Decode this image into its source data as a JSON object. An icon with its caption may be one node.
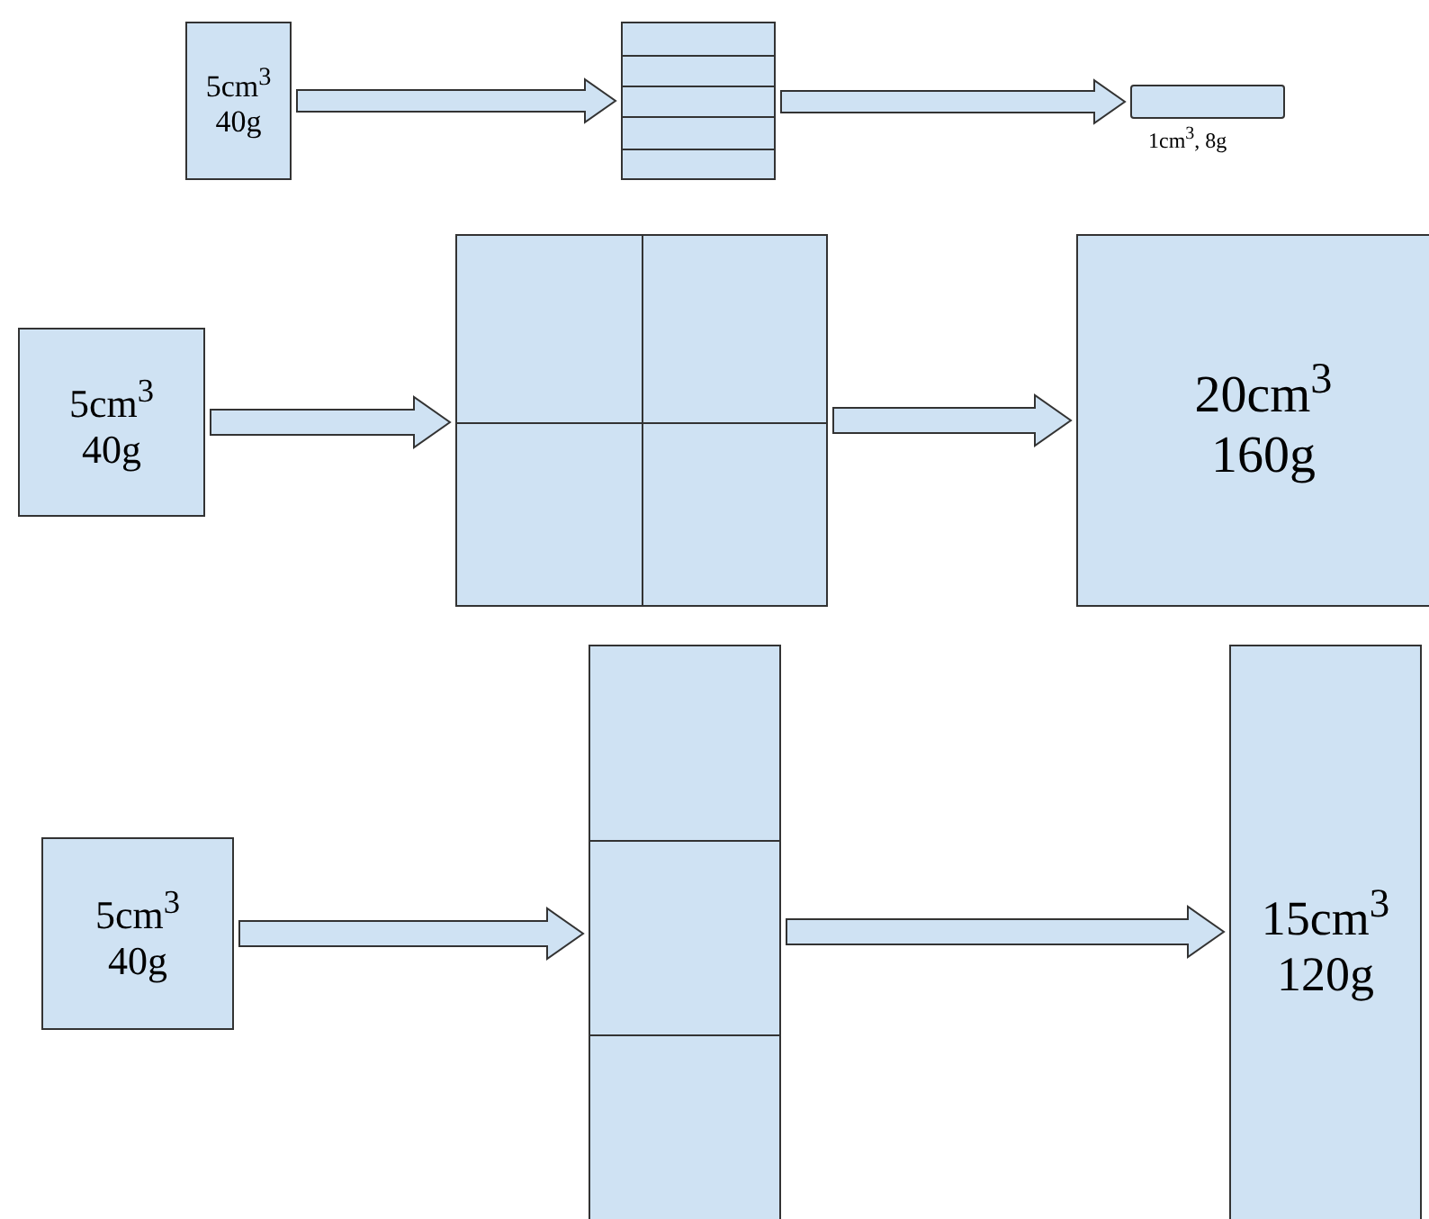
{
  "diagram": {
    "nodes": [
      {
        "text": [
          "5cm$^{3}$",
          "40g"
        ]
      },
      {
        "text": [],
        "shape": "box"
      },
      {
        "text": [],
        "shape": "bar",
        "beside": [
          "1cm$^{3}$, 8g"
        ]
      },
      {
        "text": [
          "5cm$^{3}$",
          "40g"
        ]
      },
      {
        "text": [],
        "shape": "box"
      },
      {
        "text": [
          "20cm$^{3}$",
          "160g"
        ]
      },
      {
        "text": [
          "5cm$^{3}$",
          "40g"
        ]
      },
      {
        "text": [],
        "shape": "box"
      },
      {
        "text": [
          "15cm$^{3}$",
          "120g"
        ]
      }
    ],
    "edges": [
      {
        "from": 0,
        "to": 1,
        "arrow": "to"
      },
      {
        "from": 1,
        "to": 2,
        "arrow": "to"
      },
      {
        "from": 3,
        "to": 4,
        "arrow": "to"
      },
      {
        "from": 4,
        "to": 5,
        "arrow": "to"
      },
      {
        "from": 6,
        "to": 7,
        "arrow": "to"
      },
      {
        "from": 7,
        "to": 8,
        "arrow": "to"
      }
    ]
  }
}
